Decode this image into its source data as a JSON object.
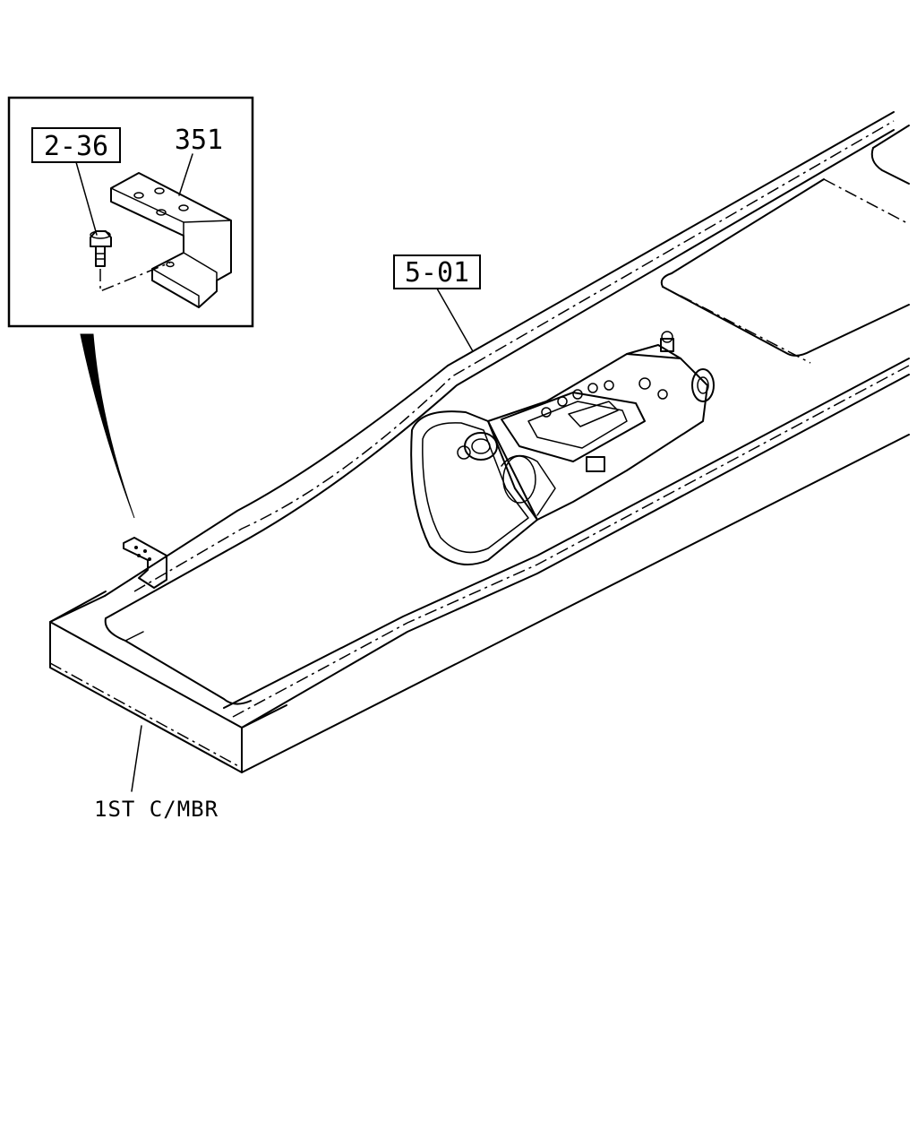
{
  "labels": {
    "bolt_ref": "2-36",
    "bracket_part": "351",
    "transmission_ref": "5-01",
    "crossmember": "1ST C/MBR"
  }
}
